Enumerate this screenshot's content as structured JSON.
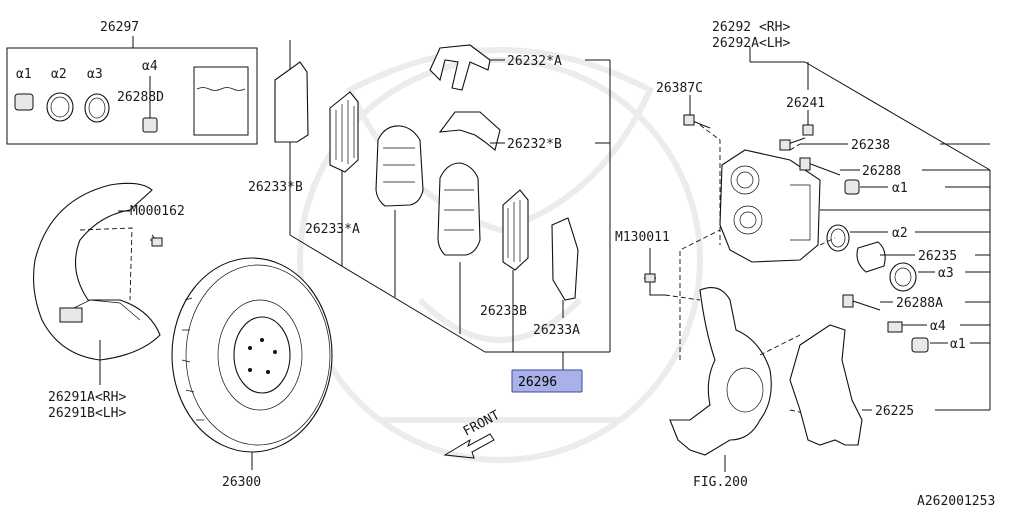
{
  "labels": {
    "p26297": "26297",
    "a1_top": "α1",
    "a2_top": "α2",
    "a3_top": "α3",
    "a4_top": "α4",
    "p26288D": "26288D",
    "p26232A": "26232*A",
    "p26232B": "26232*B",
    "p26233B_star": "26233*B",
    "p26233A_star": "26233*A",
    "p26233B": "26233B",
    "p26233A": "26233A",
    "p26296": "26296",
    "pM000162": "M000162",
    "p26291A": "26291A<RH>",
    "p26291B": "26291B<LH>",
    "p26300": "26300",
    "front": "FRONT",
    "pM130011": "M130011",
    "p26292": "26292 <RH>",
    "p26292A": "26292A<LH>",
    "p26387C": "26387C",
    "p26241": "26241",
    "p26238": "26238",
    "p26288": "26288",
    "a1_r1": "α1",
    "a2_r": "α2",
    "p26235": "26235",
    "a3_r": "α3",
    "p26288A": "26288A",
    "a4_r": "α4",
    "a1_r2": "α1",
    "p26225": "26225",
    "fig200": "FIG.200",
    "catalog_id": "A262001253"
  },
  "colors": {
    "highlight_fill": "#a9b2e6",
    "highlight_stroke": "#3a45a8",
    "line": "#111111",
    "watermark": "#ececec"
  }
}
